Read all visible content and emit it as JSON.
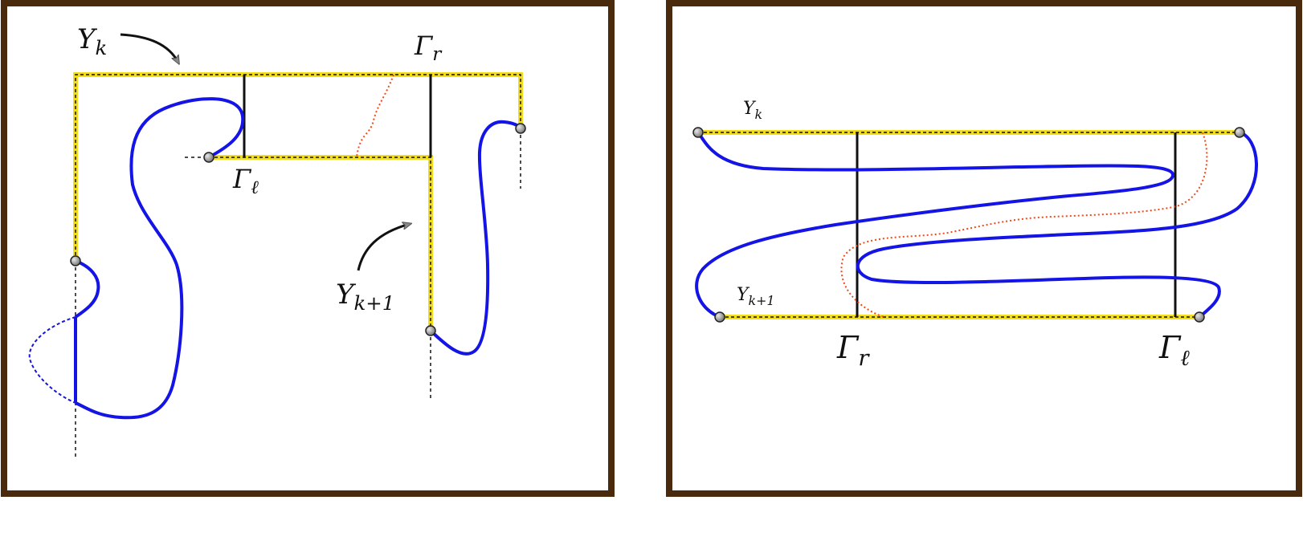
{
  "colors": {
    "frame": "#4a2a0c",
    "yellow_path": "#f3dd1a",
    "blue_curve": "#1414e6",
    "red_dotted": "#f04a1a",
    "vertical_line": "#111111",
    "node_fill": "#9a9a9a"
  },
  "left_panel": {
    "label_Yk_main": "Y",
    "label_Yk_sub": "k",
    "label_Yk1_main": "Y",
    "label_Yk1_sub": "k+1",
    "label_gamma_r_main": "Γ",
    "label_gamma_r_sub": "r",
    "label_gamma_l_main": "Γ",
    "label_gamma_l_sub": "ℓ"
  },
  "right_panel": {
    "label_Yk_main": "Y",
    "label_Yk_sub": "k",
    "label_Yk1_main": "Y",
    "label_Yk1_sub": "k+1",
    "label_gamma_r_main": "Γ",
    "label_gamma_r_sub": "r",
    "label_gamma_l_main": "Γ",
    "label_gamma_l_sub": "ℓ"
  }
}
